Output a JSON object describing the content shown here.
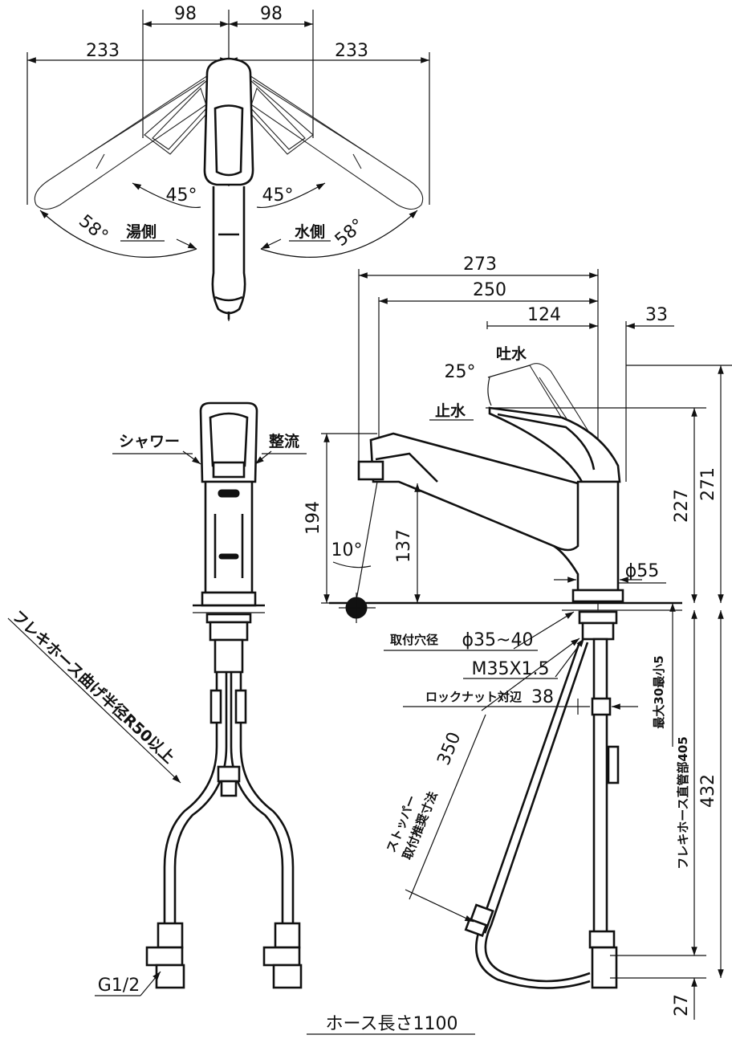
{
  "top_view": {
    "dim_98_left": "98",
    "dim_98_right": "98",
    "dim_233_left": "233",
    "dim_233_right": "233",
    "angle_45_left": "45°",
    "angle_45_right": "45°",
    "angle_58_left": "58°",
    "angle_58_right": "58°",
    "hot_side": "湯側",
    "cold_side": "水側"
  },
  "front_view": {
    "shower": "シャワー",
    "aerated": "整流",
    "flex_hose_bend": "フレキホース曲げ半径R50以上",
    "g_thread": "G1/2"
  },
  "side_view": {
    "dim_273": "273",
    "dim_250": "250",
    "dim_124": "124",
    "dim_33": "33",
    "angle_25": "25°",
    "water_out": "吐水",
    "water_stop": "止水",
    "dim_194": "194",
    "dim_137": "137",
    "angle_10": "10°",
    "dim_227": "227",
    "dim_271": "271",
    "phi_55": "ϕ55",
    "mount_hole": "取付穴径",
    "mount_hole_value": "ϕ35~40",
    "thread": "M35X1.5",
    "locknut": "ロックナット対辺",
    "locknut_value": "38",
    "counter_thickness": "最大30最小5",
    "flex_hose_length": "フレキホース直管部405",
    "dim_432": "432",
    "dim_350": "350",
    "stopper_1": "ストッパー",
    "stopper_2": "取付推奨寸法",
    "dim_27": "27",
    "hose_length": "ホース長さ1100"
  }
}
